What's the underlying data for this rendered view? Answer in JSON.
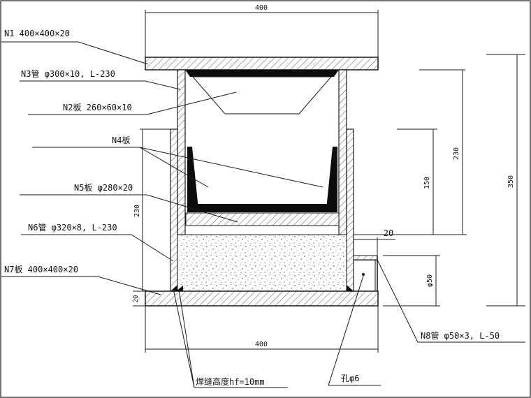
{
  "labels": {
    "n1": "N1 400×400×20",
    "n3": "N3管 φ300×10, L-230",
    "n2": "N2板 260×60×10",
    "n4": "N4板",
    "n5": "N5板 φ280×20",
    "n6": "N6管 φ320×8, L-230",
    "n7": "N7板 400×400×20",
    "n8": "N8管 φ50×3, L-50",
    "hole": "孔φ6",
    "weld": "焊缝高度hf=10mm"
  },
  "dimensions": {
    "top_width": "400",
    "bottom_width": "400",
    "left_height": "230",
    "bottom_thick": "20",
    "right_150": "150",
    "right_230": "230",
    "right_350": "350",
    "right_20": "20",
    "pipe_dia": "φ50"
  },
  "colors": {
    "line": "#1a1a1a",
    "hatch": "#555555",
    "fill_dark": "#0d0d0d"
  }
}
